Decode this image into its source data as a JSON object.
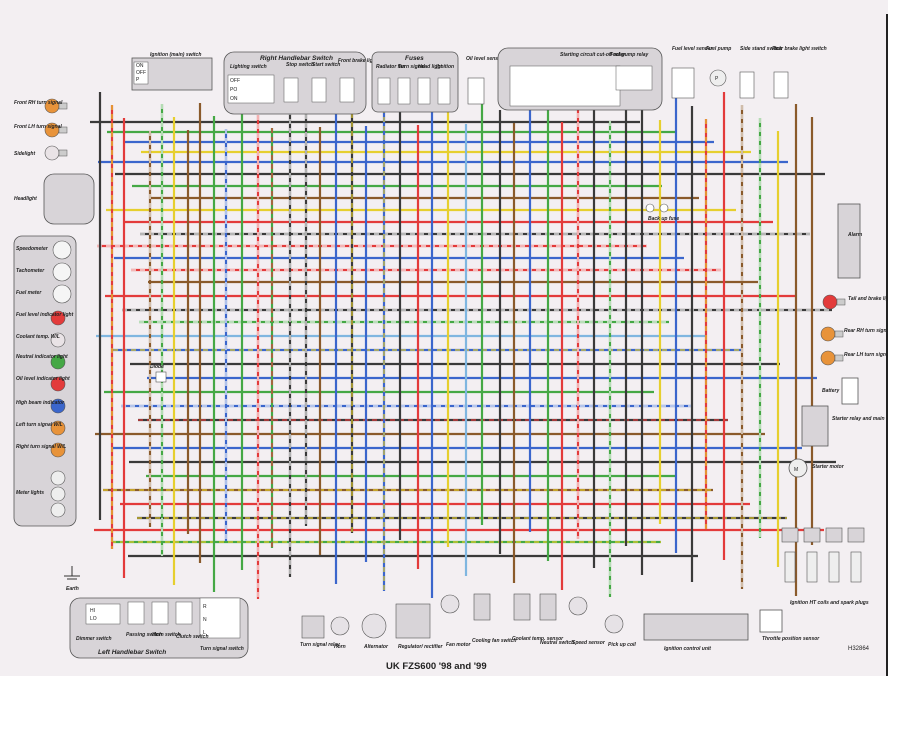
{
  "diagram": {
    "caption": "UK FZS600 '98 and '99",
    "reference": "H32864",
    "groups": {
      "ignition_switch": "Ignition (main) switch",
      "ignition_switch_states": [
        "ON",
        "OFF",
        "P"
      ],
      "right_handlebar": "Right Handlebar Switch",
      "lighting_switch": "Lighting switch",
      "lighting_states": [
        "OFF",
        "PO",
        "ON"
      ],
      "stop_switch": "Stop switch",
      "start_switch": "Start switch",
      "front_brake_switch": "Front brake light switch",
      "fuses": "Fuses",
      "fuse_labels": [
        "Radiator fan",
        "Turn signal",
        "Head light",
        "Ignition"
      ],
      "oil_level_sensor": "Oil level sensor",
      "starting_relay": "Starting circuit cut-off relay",
      "fuel_pump_relay": "Fuel pump relay",
      "fuel_level_sender": "Fuel level sender",
      "fuel_pump": "Fuel pump",
      "side_stand": "Side stand switch",
      "rear_brake": "Rear brake light switch",
      "left_handlebar": "Left Handlebar Switch",
      "dimmer_states": [
        "HI",
        "LO"
      ],
      "turn_states": [
        "R",
        "N",
        "L"
      ]
    },
    "left_components": [
      "Front RH turn signal",
      "Front LH turn signal",
      "Sidelight",
      "Headlight"
    ],
    "instruments": [
      "Speedometer",
      "Tachometer",
      "Fuel meter",
      "Fuel level indicator light",
      "Coolant temp. W/L",
      "Neutral indicator light",
      "Oil level indicator light",
      "High beam indicator",
      "Left turn signal W/L",
      "Right turn signal W/L",
      "Meter lights"
    ],
    "right_components": [
      "Alarm",
      "Tail and brake light",
      "Rear RH turn signal",
      "Rear LH turn signal",
      "Battery",
      "Starter relay and main fuse",
      "Starter motor",
      "Ignition HT coils and spark plugs",
      "Throttle position sensor"
    ],
    "bottom_components": [
      "Dimmer switch",
      "Passing switch",
      "Horn switch",
      "Clutch switch",
      "Turn signal switch",
      "Turn signal relay",
      "Horn",
      "Alternator",
      "Regulator/ rectifier",
      "Fan motor",
      "Cooling fan switch",
      "Coolant temp. sensor",
      "Neutral switch",
      "Speed sensor",
      "Pick up coil",
      "Ignition control unit"
    ],
    "misc": {
      "diode": "Diode",
      "earth": "Earth",
      "backup_fuse": "Back up fuse"
    },
    "colors": {
      "red": "#e33b3b",
      "blue": "#3b66cc",
      "green": "#45a845",
      "brown": "#8a5a2b",
      "yellow": "#e6cf2e",
      "dark": "#3a3a3a",
      "lightblue": "#7fb6e0",
      "orange": "#e8933a",
      "sheet": "#f3eff2"
    }
  }
}
